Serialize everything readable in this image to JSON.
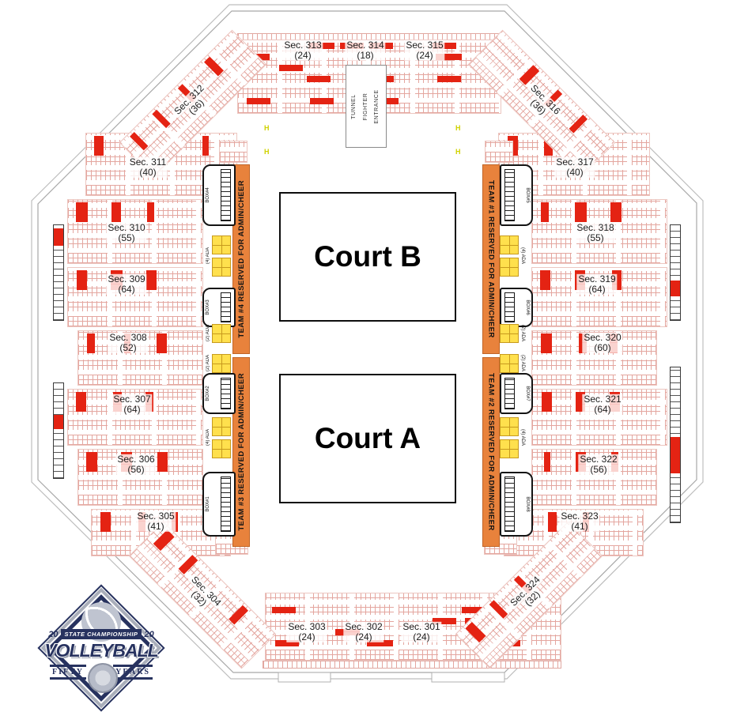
{
  "sections": [
    {
      "name": "Sec. 301",
      "count": "(24)"
    },
    {
      "name": "Sec. 302",
      "count": "(24)"
    },
    {
      "name": "Sec. 303",
      "count": "(24)"
    },
    {
      "name": "Sec. 304",
      "count": "(32)"
    },
    {
      "name": "Sec. 305",
      "count": "(41)"
    },
    {
      "name": "Sec. 306",
      "count": "(56)"
    },
    {
      "name": "Sec. 307",
      "count": "(64)"
    },
    {
      "name": "Sec. 308",
      "count": "(52)"
    },
    {
      "name": "Sec. 309",
      "count": "(64)"
    },
    {
      "name": "Sec. 310",
      "count": "(55)"
    },
    {
      "name": "Sec. 311",
      "count": "(40)"
    },
    {
      "name": "Sec. 312",
      "count": "(36)"
    },
    {
      "name": "Sec. 313",
      "count": "(24)"
    },
    {
      "name": "Sec. 314",
      "count": "(18)"
    },
    {
      "name": "Sec. 315",
      "count": "(24)"
    },
    {
      "name": "Sec. 316",
      "count": "(36)"
    },
    {
      "name": "Sec. 317",
      "count": "(40)"
    },
    {
      "name": "Sec. 318",
      "count": "(55)"
    },
    {
      "name": "Sec. 319",
      "count": "(64)"
    },
    {
      "name": "Sec. 320",
      "count": "(60)"
    },
    {
      "name": "Sec. 321",
      "count": "(64)"
    },
    {
      "name": "Sec. 322",
      "count": "(56)"
    },
    {
      "name": "Sec. 323",
      "count": "(41)"
    },
    {
      "name": "Sec. 324",
      "count": "(32)"
    }
  ],
  "courts": {
    "a": "Court A",
    "b": "Court B"
  },
  "tunnel": "TUNNEL\nFIGHTER\nENTRANCE",
  "teams": {
    "t1": "TEAM #1 RESERVED FOR ADMIN/CHEER",
    "t2": "TEAM #2 RESERVED FOR ADMIN/CHEER",
    "t3": "TEAM #3 RESERVED FOR ADMIN/CHEER",
    "t4": "TEAM #4 RESERVED FOR ADMIN/CHEER"
  },
  "boxes": {
    "b1": "BOX#1",
    "b2": "BOX#2",
    "b3": "BOX#3",
    "b4": "BOX#4",
    "b5": "BOX#5",
    "b6": "BOX#6",
    "b7": "BOX#7",
    "b8": "BOX#8"
  },
  "ada": {
    "four": "(4) ADA",
    "two": "(2) ADA"
  },
  "marker_h": "H",
  "logo": {
    "year_left": "20",
    "year_right": "20",
    "banner": "STATE CHAMPIONSHIP",
    "title": "VOLLEYBALL",
    "fifty": "FIFTY",
    "years": "YEARS"
  },
  "colors": {
    "seat_sold": "#e42313",
    "team_bar": "#e8823c",
    "ada_seat": "#ffe04d",
    "logo_navy": "#27325f",
    "grid_line": "#e4a69f"
  }
}
